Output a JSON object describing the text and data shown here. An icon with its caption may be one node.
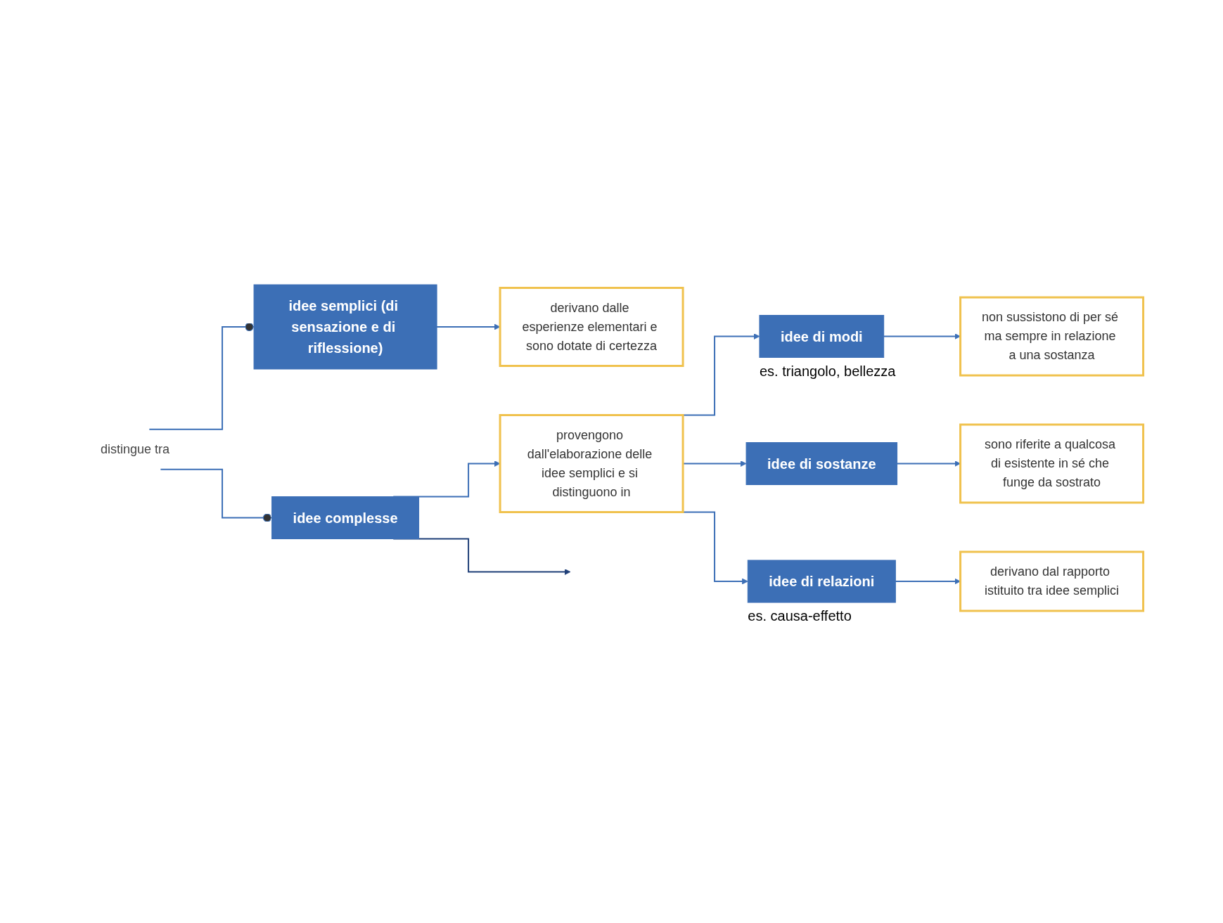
{
  "diagram": {
    "nodes": [
      {
        "text": [
          "distingue tra"
        ]
      },
      {
        "text": [
          "idee semplici (di sensazione e di riflessione)"
        ]
      },
      {
        "text": [
          "idee complesse"
        ]
      },
      {
        "text": [
          "derivano dalle esperienze elementari e sono dotate di certezza"
        ]
      },
      {
        "text": [
          "provengono dall'elaborazione delle idee semplici e si distinguono in"
        ]
      },
      {
        "text": [
          "idee di modi"
        ],
        "beside": [
          "es. triangolo, bellezza"
        ]
      },
      {
        "text": [
          "non sussistono di per sé ma sempre in relazione a una sostanza"
        ]
      },
      {
        "text": [
          "idee di sostanze"
        ]
      },
      {
        "text": [
          "sono riferite a qualcosa di esistente in sé che funge da sostrato"
        ]
      },
      {
        "text": [
          "idee di relazioni"
        ],
        "beside": [
          "es. causa-effetto"
        ]
      },
      {
        "text": [
          "derivano dal rapporto istituito tra idee semplici"
        ]
      }
    ],
    "edges": [
      {
        "from": 0,
        "to": 1,
        "arrow": "other"
      },
      {
        "from": 0,
        "to": 2,
        "arrow": "other"
      },
      {
        "from": 1,
        "to": 3,
        "arrow": "to"
      },
      {
        "from": 2,
        "to": 4,
        "arrow": "to"
      },
      {
        "from": 2,
        "to": null,
        "arrow": "to",
        "color": "#1f3f78"
      },
      {
        "from": 4,
        "to": 5,
        "arrow": "to"
      },
      {
        "from": 4,
        "to": 7,
        "arrow": "to"
      },
      {
        "from": 4,
        "to": 9,
        "arrow": "to"
      },
      {
        "from": 5,
        "to": 6,
        "arrow": "to"
      },
      {
        "from": 7,
        "to": 8,
        "arrow": "to"
      },
      {
        "from": 9,
        "to": 10,
        "arrow": "to"
      }
    ]
  }
}
